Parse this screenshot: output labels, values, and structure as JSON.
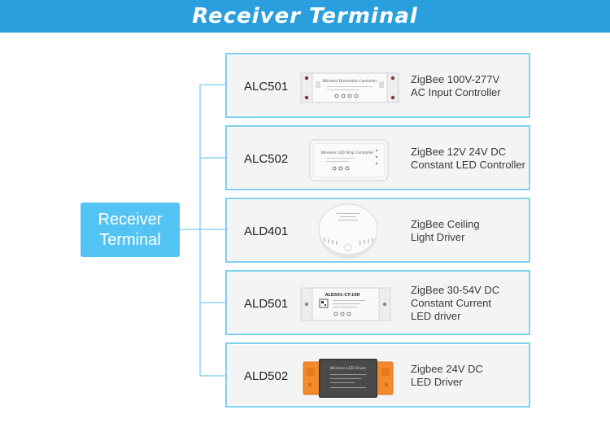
{
  "header": {
    "title": "Receiver Terminal"
  },
  "root": {
    "line1": "Receiver",
    "line2": "Terminal"
  },
  "products": [
    {
      "code": "ALC501",
      "desc": [
        "ZigBee 100V-277V",
        "AC Input Controller"
      ],
      "image": "ac-controller-image",
      "label": "Wireless Dimmable Controller"
    },
    {
      "code": "ALC502",
      "desc": [
        "ZigBee 12V 24V DC",
        "Constant LED Controller"
      ],
      "image": "led-strip-controller-image",
      "label": "Wireless LED Strip Controller"
    },
    {
      "code": "ALD401",
      "desc": [
        "ZigBee Ceiling",
        "Light Driver"
      ],
      "image": "round-ceiling-driver-image",
      "label": ""
    },
    {
      "code": "ALD501",
      "desc": [
        "ZigBee 30-54V DC",
        "Constant Current",
        "LED driver"
      ],
      "image": "constant-current-driver-image",
      "label": "ALD501-CT-100"
    },
    {
      "code": "ALD502",
      "desc": [
        "Zigbee 24V DC",
        "LED Driver"
      ],
      "image": "orange-led-driver-image",
      "label": "Wireless LED Driver"
    }
  ],
  "colors": {
    "banner": "#2a9fde",
    "root_box": "#52c3f3",
    "node_border": "#7fd0f0",
    "connector": "#8ed3f2",
    "driver_orange": "#f28a2c"
  }
}
